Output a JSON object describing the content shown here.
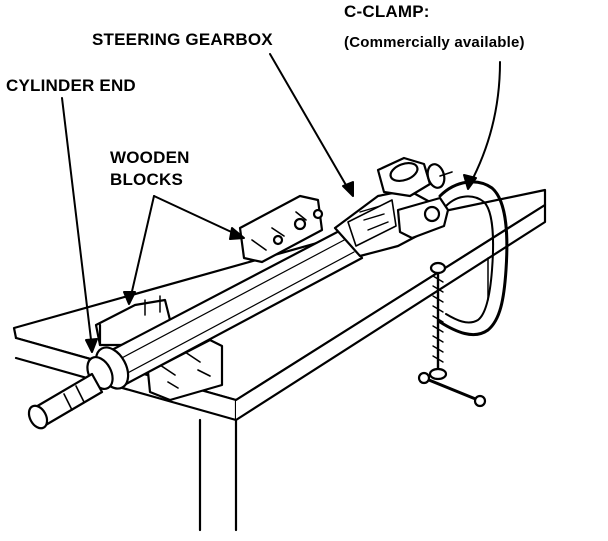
{
  "labels": {
    "c_clamp": "C-CLAMP:",
    "c_clamp_note": "(Commercially available)",
    "steering_gearbox": "STEERING GEARBOX",
    "cylinder_end": "CYLINDER END",
    "wooden_blocks_line1": "WOODEN",
    "wooden_blocks_line2": "BLOCKS"
  },
  "colors": {
    "ink": "#000000",
    "paper": "#ffffff"
  }
}
